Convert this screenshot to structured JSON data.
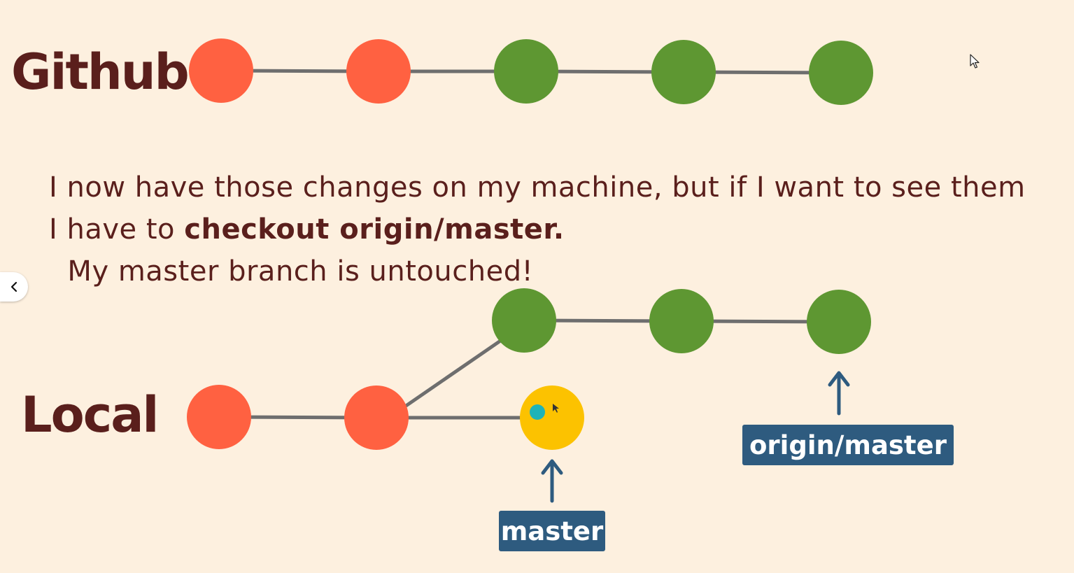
{
  "labels": {
    "github": "Github",
    "local": "Local"
  },
  "caption": {
    "part1": "I now have those changes on my machine, but if I want to see them I have to ",
    "bold": "checkout origin/master.",
    "part2": "  My master branch is untouched!"
  },
  "tags": {
    "master": "master",
    "origin_master": "origin/master"
  },
  "colors": {
    "background": "#fdf0df",
    "commit_red": "#ff6141",
    "commit_green": "#5e9732",
    "commit_yellow": "#fcc200",
    "head_dot": "#1fb3b8",
    "edge": "#6e6e6e",
    "tag_bg": "#2e5b7f",
    "arrow": "#2e5b7f",
    "text": "#5a1f1c"
  },
  "icons": {
    "back": "chevron-left-icon",
    "cursor": "mouse-pointer-icon"
  }
}
